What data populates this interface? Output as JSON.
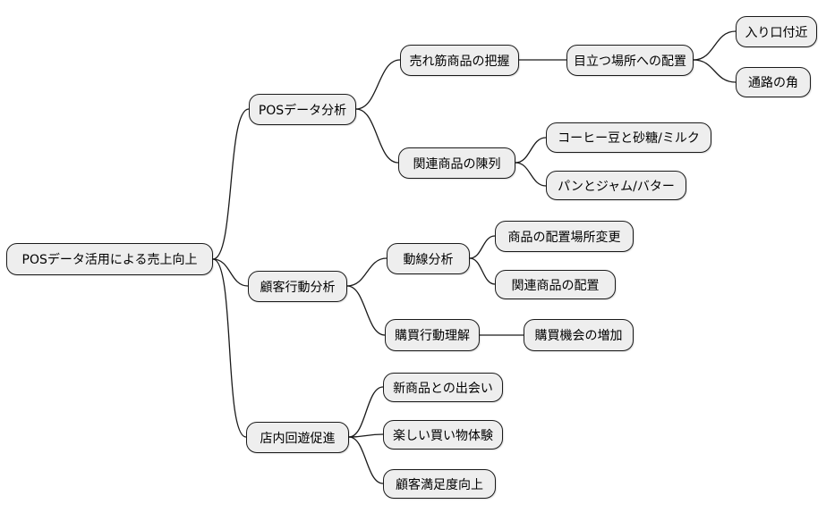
{
  "colors": {
    "background": "#ffffff",
    "node_fill": "#eeeeee",
    "node_border": "#1a1a1a",
    "edge": "#1a1a1a",
    "text": "#000000"
  },
  "mindmap": {
    "type": "mindmap-diagram",
    "root": {
      "label": "POSデータ活用による売上向上",
      "children": [
        {
          "label": "POSデータ分析",
          "children": [
            {
              "label": "売れ筋商品の把握",
              "children": [
                {
                  "label": "目立つ場所への配置",
                  "children": [
                    {
                      "label": "入り口付近"
                    },
                    {
                      "label": "通路の角"
                    }
                  ]
                }
              ]
            },
            {
              "label": "関連商品の陳列",
              "children": [
                {
                  "label": "コーヒー豆と砂糖/ミルク"
                },
                {
                  "label": "パンとジャム/バター"
                }
              ]
            }
          ]
        },
        {
          "label": "顧客行動分析",
          "children": [
            {
              "label": "動線分析",
              "children": [
                {
                  "label": "商品の配置場所変更"
                },
                {
                  "label": "関連商品の配置"
                }
              ]
            },
            {
              "label": "購買行動理解",
              "children": [
                {
                  "label": "購買機会の増加"
                }
              ]
            }
          ]
        },
        {
          "label": "店内回遊促進",
          "children": [
            {
              "label": "新商品との出会い"
            },
            {
              "label": "楽しい買い物体験"
            },
            {
              "label": "顧客満足度向上"
            }
          ]
        }
      ]
    }
  }
}
